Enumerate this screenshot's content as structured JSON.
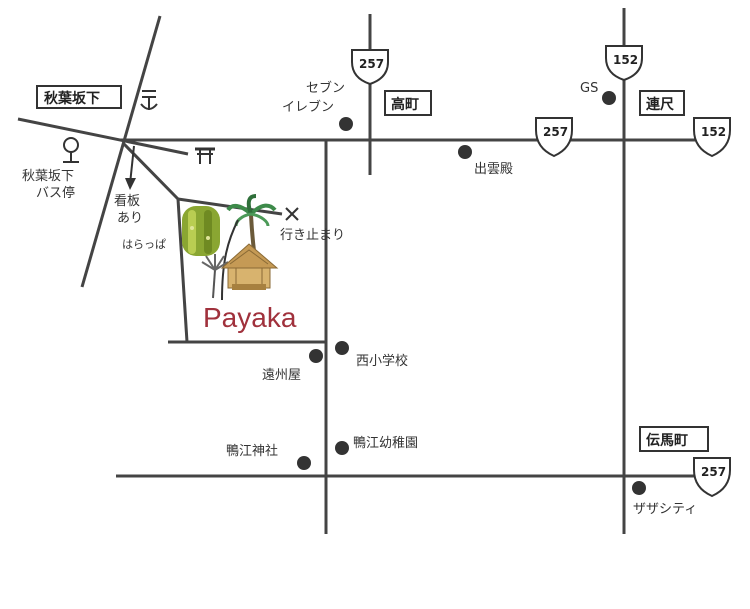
{
  "destination": {
    "name": "Payaka",
    "color": "#a0313c"
  },
  "colors": {
    "road": "#444444",
    "poi": "#333333",
    "accent": "#a0313c",
    "garden": "#8aa632"
  },
  "boxed_labels": {
    "akihasakashita": "秋葉坂下",
    "takamachi": "高町",
    "renjaku": "連尺",
    "denmacho": "伝馬町"
  },
  "routes": {
    "r257_top": "257",
    "r152_top": "152",
    "r257_mid": "257",
    "r152_right": "152",
    "r257_bottom": "257"
  },
  "pois": {
    "bus_stop_line1": "秋葉坂下",
    "bus_stop_line2": "バス停",
    "signboard_line1": "看板",
    "signboard_line2": "あり",
    "harappa": "はらっぱ",
    "dead_end": "行き止まり",
    "seven_line1": "セブン",
    "seven_line2": "イレブン",
    "gs": "GS",
    "izumoden": "出雲殿",
    "enshuya": "遠州屋",
    "nishi_school": "西小学校",
    "kamoe_shrine": "鴨江神社",
    "kamoe_kindergarten": "鴨江幼稚園",
    "xa_city": "ザザシティ"
  },
  "icons": {
    "post_office": "post-office-icon",
    "shrine_gate": "torii-icon",
    "bus_stop": "bus-stop-icon",
    "dead_end": "cross-mark-icon"
  }
}
